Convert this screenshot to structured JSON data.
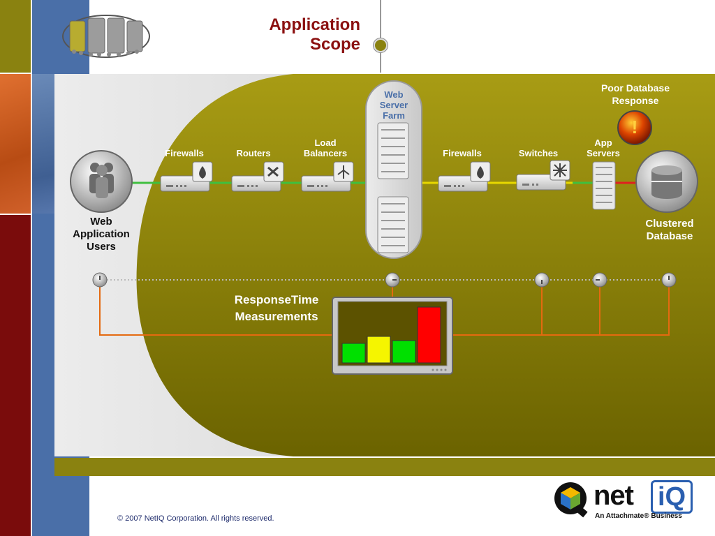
{
  "slide": {
    "title_line1": "Application",
    "title_line2": "Scope",
    "footer": "© 2007 NetIQ Corporation. All rights reserved."
  },
  "diagram": {
    "web_users": [
      "Web",
      "Application",
      "Users"
    ],
    "firewalls_1": "Firewalls",
    "routers": "Routers",
    "load_balancers": [
      "Load",
      "Balancers"
    ],
    "web_server_farm": [
      "Web",
      "Server",
      "Farm"
    ],
    "firewalls_2": "Firewalls",
    "switches": "Switches",
    "app_servers": [
      "App",
      "Servers"
    ],
    "poor_db_response": [
      "Poor Database",
      "Response"
    ],
    "alert_symbol": "!",
    "clustered_database": [
      "Clustered",
      "Database"
    ],
    "response_time": [
      "ResponseTime",
      "Measurements"
    ]
  },
  "measurement_bars": [
    {
      "level": 0.35,
      "color": "#00e000"
    },
    {
      "level": 0.47,
      "color": "#f5f500"
    },
    {
      "level": 0.4,
      "color": "#00e000"
    },
    {
      "level": 1.0,
      "color": "#ff0000"
    }
  ],
  "colors": {
    "olive_dark": "#6b6300",
    "olive_light": "#a79a12",
    "title_red": "#8b1010",
    "link_green": "#3fbf3f",
    "link_yellow": "#e8d800",
    "link_red": "#e02020",
    "measure_orange": "#e46a10"
  },
  "logo": {
    "word": "net",
    "iq": "iQ",
    "tagline": "An Attachmate® Business"
  },
  "icons": [
    "users-icon",
    "firewall-icon",
    "router-icon",
    "load-balancer-icon",
    "server-rack-icon",
    "switch-icon",
    "database-icon",
    "alert-icon",
    "clock-icon",
    "monitor-icon",
    "cube-logo-icon"
  ]
}
